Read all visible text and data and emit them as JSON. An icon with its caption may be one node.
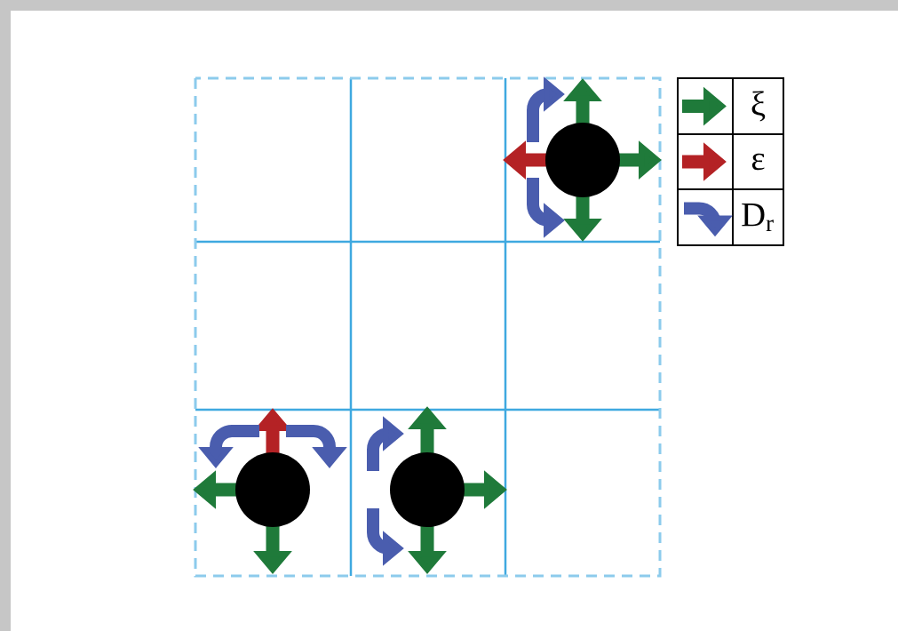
{
  "diagram": {
    "nodes": [
      {
        "text": [],
        "shape": "circle"
      },
      {
        "text": [],
        "shape": "circle"
      },
      {
        "text": [],
        "shape": "circle"
      }
    ],
    "legend": [
      {
        "text": "ξ"
      },
      {
        "text": "ε"
      },
      {
        "text": "D$_{r}$"
      }
    ]
  }
}
